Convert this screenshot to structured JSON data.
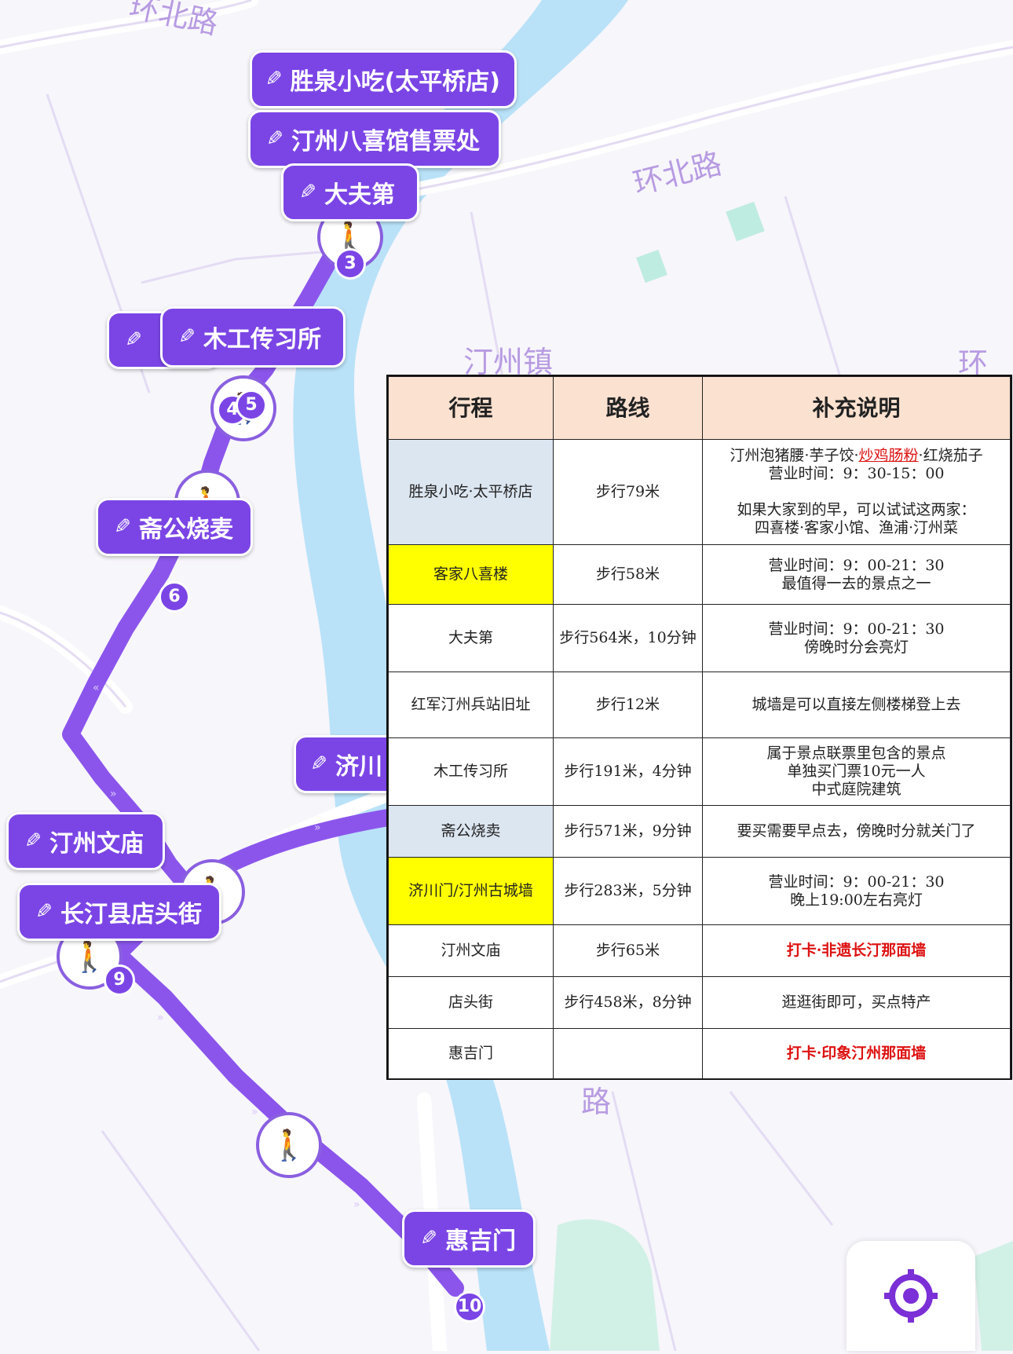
{
  "map": {
    "road_labels": [
      "环北路",
      "环北路",
      "汀州镇",
      "环",
      "路"
    ],
    "route_color": "#8b55ec",
    "river_color": "#b9e2f8",
    "pins": [
      {
        "label": "胜泉小吃(太平桥店)"
      },
      {
        "label": "汀州八喜馆售票处"
      },
      {
        "label": "大夫第"
      },
      {
        "label": "木工传习所"
      },
      {
        "label": "斋公烧麦"
      },
      {
        "label": "济川"
      },
      {
        "label": "汀州文庙"
      },
      {
        "label": "长汀县店头街"
      },
      {
        "label": "惠吉门"
      }
    ],
    "stop_numbers": [
      "3",
      "4",
      "5",
      "6",
      "9",
      "10"
    ],
    "pin_icon": "pencil-icon",
    "walker_icon": "walking-person-icon",
    "locate_icon": "location-target-icon"
  },
  "table": {
    "headers": [
      "行程",
      "路线",
      "补充说明"
    ],
    "rows": [
      {
        "place": "胜泉小吃·太平桥店",
        "route": "步行79米",
        "note_parts": [
          "汀州泡猪腰·芋子饺·",
          "炒鸡肠粉",
          "·红烧茄子",
          "营业时间：9：30-15：00",
          "如果大家到的早，可以试试这两家：",
          "四喜楼·客家小馆、渔浦·汀州菜"
        ]
      },
      {
        "place": "客家八喜楼",
        "route": "步行58米",
        "note_lines": [
          "营业时间：9：00-21：30",
          "最值得一去的景点之一"
        ]
      },
      {
        "place": "大夫第",
        "route": "步行564米，10分钟",
        "note_lines": [
          "营业时间：9：00-21：30",
          "傍晚时分会亮灯"
        ]
      },
      {
        "place": "红军汀州兵站旧址",
        "route": "步行12米",
        "note_lines": [
          "城墙是可以直接左侧楼梯登上去"
        ]
      },
      {
        "place": "木工传习所",
        "route": "步行191米，4分钟",
        "note_lines": [
          "属于景点联票里包含的景点",
          "单独买门票10元一人",
          "中式庭院建筑"
        ]
      },
      {
        "place": "斋公烧卖",
        "route": "步行571米，9分钟",
        "note_lines": [
          "要买需要早点去，傍晚时分就关门了"
        ]
      },
      {
        "place": "济川门/汀州古城墙",
        "route": "步行283米，5分钟",
        "note_lines": [
          "营业时间：9：00-21：30",
          "晚上19:00左右亮灯"
        ]
      },
      {
        "place": "汀州文庙",
        "route": "步行65米",
        "note_lines": [
          "打卡·非遗长汀那面墙"
        ]
      },
      {
        "place": "店头街",
        "route": "步行458米，8分钟",
        "note_lines": [
          "逛逛街即可，买点特产"
        ]
      },
      {
        "place": "惠吉门",
        "route": "",
        "note_lines": [
          "打卡·印象汀州那面墙"
        ]
      }
    ],
    "header_color": "#fbe1d0",
    "highlight_blue": "#dce6f1",
    "highlight_yellow": "#ffff00",
    "emphasis_red": "#dd1111"
  }
}
